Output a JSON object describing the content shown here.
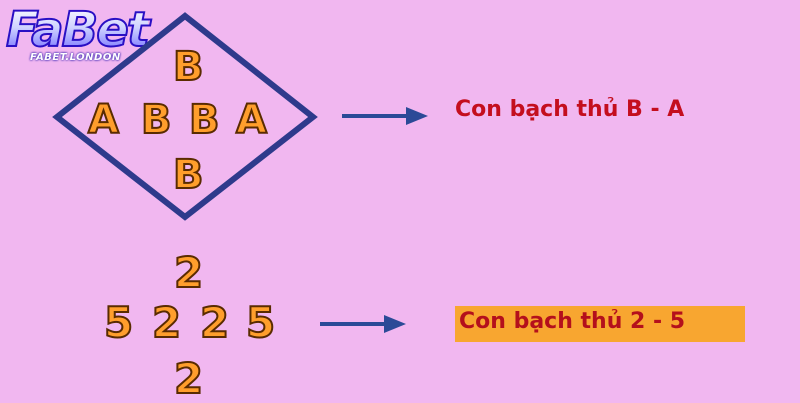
{
  "logo": {
    "brand": "FaBet",
    "domain": "FABET.LONDON"
  },
  "top_figure": {
    "top_letter": "B",
    "row_letters": [
      "A",
      "B",
      "B",
      "A"
    ],
    "bottom_letter": "B",
    "result_label": "Con bạch thủ B - A"
  },
  "bottom_figure": {
    "top_digit": "2",
    "row_digits": [
      "5",
      "2",
      "2",
      "5"
    ],
    "bottom_digit": "2",
    "result_label": "Con bạch thủ 2 - 5"
  },
  "colors": {
    "background": "#f1b7f0",
    "diamond_stroke": "#2e3a8c",
    "arrow": "#2b4a97",
    "glyph_fill": "#ff9e2c",
    "label_red": "#c40e1e",
    "label_box": "#f8a630"
  }
}
